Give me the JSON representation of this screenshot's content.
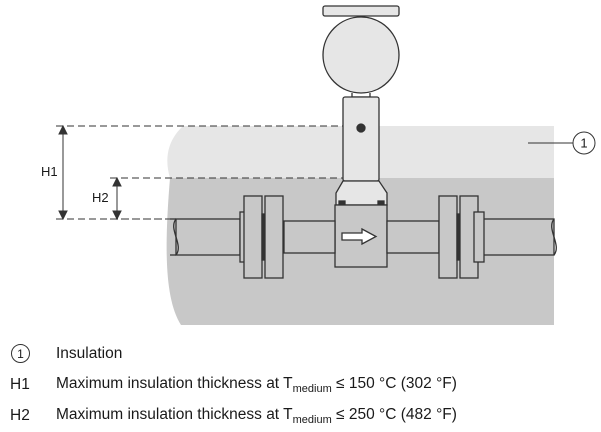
{
  "diagram": {
    "callout_number": "1",
    "dimension_labels": {
      "h1": "H1",
      "h2": "H2"
    },
    "colors": {
      "insulation_light": "#e6e6e6",
      "insulation_dark": "#c8c8c8",
      "outline": "#333333"
    }
  },
  "legend": {
    "items": [
      {
        "key": "1",
        "text": "Insulation"
      },
      {
        "key": "H1",
        "text_before": "Maximum insulation thickness at T",
        "subscript": "medium",
        "text_after": " ≤ 150 °C (302 °F)"
      },
      {
        "key": "H2",
        "text_before": "Maximum insulation thickness at T",
        "subscript": "medium",
        "text_after": " ≤ 250 °C (482 °F)"
      }
    ]
  }
}
